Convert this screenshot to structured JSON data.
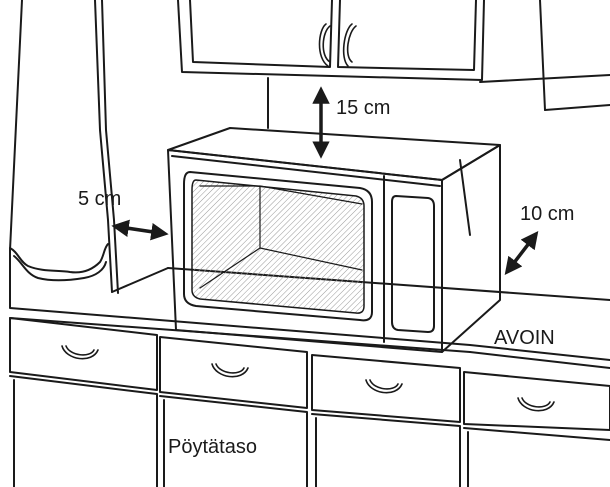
{
  "labels": {
    "clearance_top": "15 cm",
    "clearance_side": "5 cm",
    "clearance_back": "10 cm",
    "open_side": "AVOIN",
    "countertop": "Pöytätaso"
  },
  "colors": {
    "line": "#1a1a1a",
    "background": "#ffffff",
    "glass_hatch": "#9a9a9a"
  },
  "icons": [
    "double-arrow-vertical",
    "double-arrow-horizontal",
    "double-arrow-diagonal"
  ]
}
